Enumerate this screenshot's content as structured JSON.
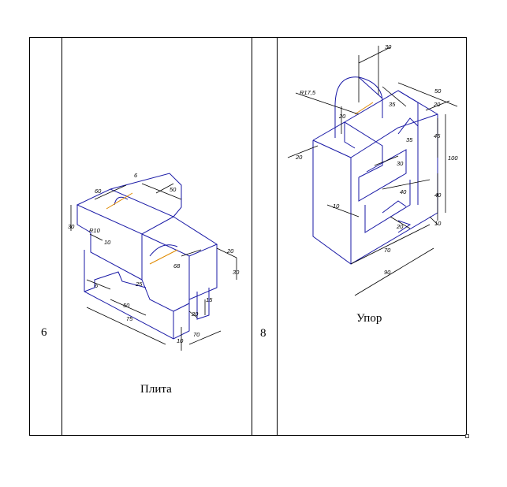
{
  "table": {
    "row_numbers": [
      "6",
      "8"
    ],
    "captions": [
      "Плита",
      "Упор"
    ]
  },
  "drawing_plita": {
    "dimensions": [
      "6",
      "60",
      "50",
      "30",
      "R10",
      "10",
      "68",
      "20",
      "30",
      "6",
      "25",
      "50",
      "75",
      "15",
      "20",
      "10",
      "70"
    ]
  },
  "drawing_upor": {
    "dimensions": [
      "30",
      "R17,5",
      "20",
      "35",
      "50",
      "20",
      "35",
      "45",
      "100",
      "20",
      "30",
      "40",
      "40",
      "10",
      "20",
      "10",
      "70",
      "90"
    ]
  },
  "colors": {
    "outline": "#1a1aa6",
    "dimension": "#000000",
    "axis": "#e08a00"
  }
}
